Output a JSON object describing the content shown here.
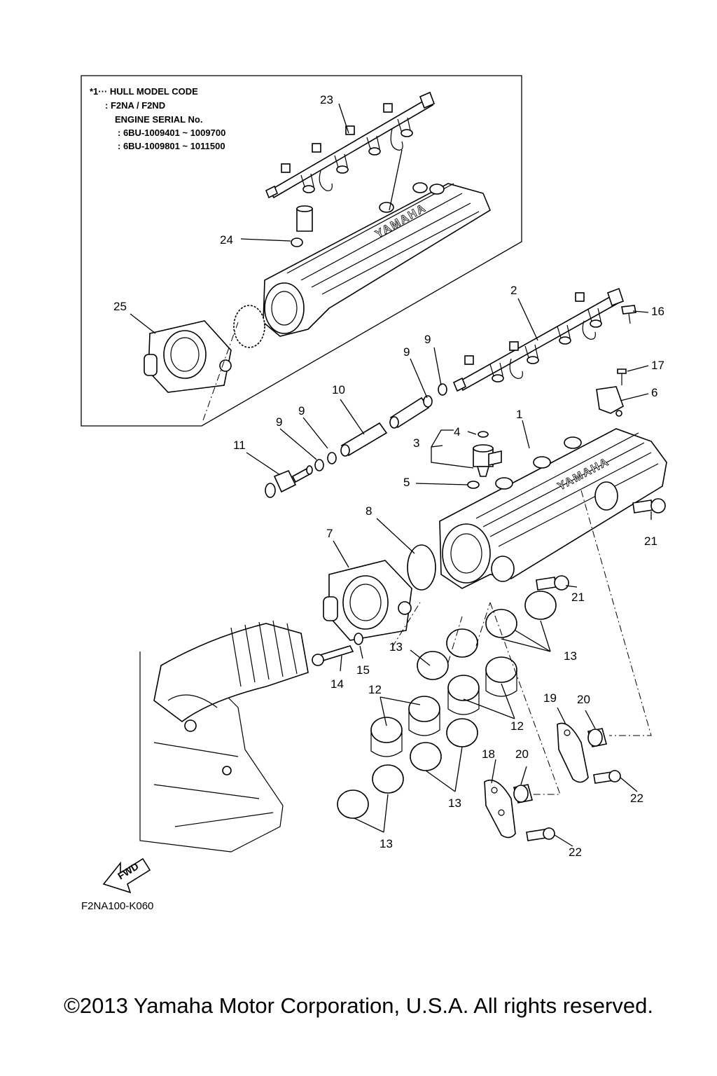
{
  "note": {
    "lines": [
      "*1··· HULL MODEL CODE",
      ": F2NA / F2ND",
      "ENGINE SERIAL No.",
      ": 6BU-1009401 ~ 1009700",
      ": 6BU-1009801 ~ 1011500"
    ]
  },
  "callouts": {
    "n1": "1",
    "n2": "2",
    "n3": "3",
    "n4": "4",
    "n5": "5",
    "n6": "6",
    "n7": "7",
    "n8": "8",
    "n9": "9",
    "n10": "10",
    "n11": "11",
    "n12": "12",
    "n13": "13",
    "n14": "14",
    "n15": "15",
    "n16": "16",
    "n17": "17",
    "n18": "18",
    "n19": "19",
    "n20": "20",
    "n21": "21",
    "n22": "22",
    "n23": "23",
    "n24": "24",
    "n25": "25"
  },
  "brand_mark": "YAMAHA",
  "fwd_label": "FWD",
  "part_code": "F2NA100-K060",
  "copyright": "©2013 Yamaha Motor Corporation, U.S.A. All rights reserved."
}
